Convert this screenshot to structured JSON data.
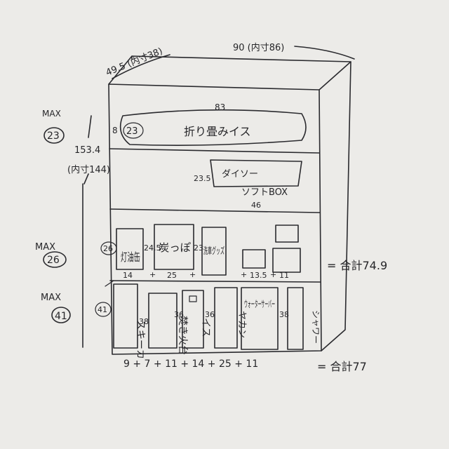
{
  "dimensions": {
    "depth": "49.5 (内寸38)",
    "width": "90 (内寸86)",
    "height": "153.4",
    "height_inner": "(内寸144)",
    "top_inner_width": "83",
    "top_shelf_height": "23",
    "middle_shelf_height": "26",
    "bottom_shelf_height": "41"
  },
  "max_labels": {
    "top": {
      "label": "MAX",
      "value": "23"
    },
    "middle": {
      "label": "MAX",
      "value": "26"
    },
    "bottom": {
      "label": "MAX",
      "value": "41"
    }
  },
  "top_shelf": {
    "item": "折り畳みイス",
    "left_mark": "8"
  },
  "second_shelf": {
    "box_label_1": "ダイソー",
    "box_label_2": "ソフトBOX",
    "box_height": "23.5",
    "box_width": "46"
  },
  "middle_shelf": {
    "items": [
      {
        "text": "灯油缶",
        "height": "",
        "width": "14"
      },
      {
        "text": "炭っぽ",
        "height": "24.5",
        "width": "25"
      },
      {
        "text": "洗車グッズ",
        "height": "23",
        "width": ""
      }
    ],
    "small_width": "13.5",
    "last_width": "11",
    "plus": "+",
    "total": "= 合計74.9"
  },
  "bottom_shelf": {
    "items": [
      {
        "text": "スキーカ",
        "height": ""
      },
      {
        "text": "焚き火台",
        "height": "38"
      },
      {
        "text": "イス",
        "height": "36"
      },
      {
        "text": "ヤカン",
        "height": "36"
      },
      {
        "text": "ウォーターサーバー",
        "height": ""
      },
      {
        "text": "シャワー",
        "height": "38"
      }
    ],
    "sum_expression": "9 + 7 + 11 + 14 + 25 + 11",
    "total": "= 合計77"
  }
}
